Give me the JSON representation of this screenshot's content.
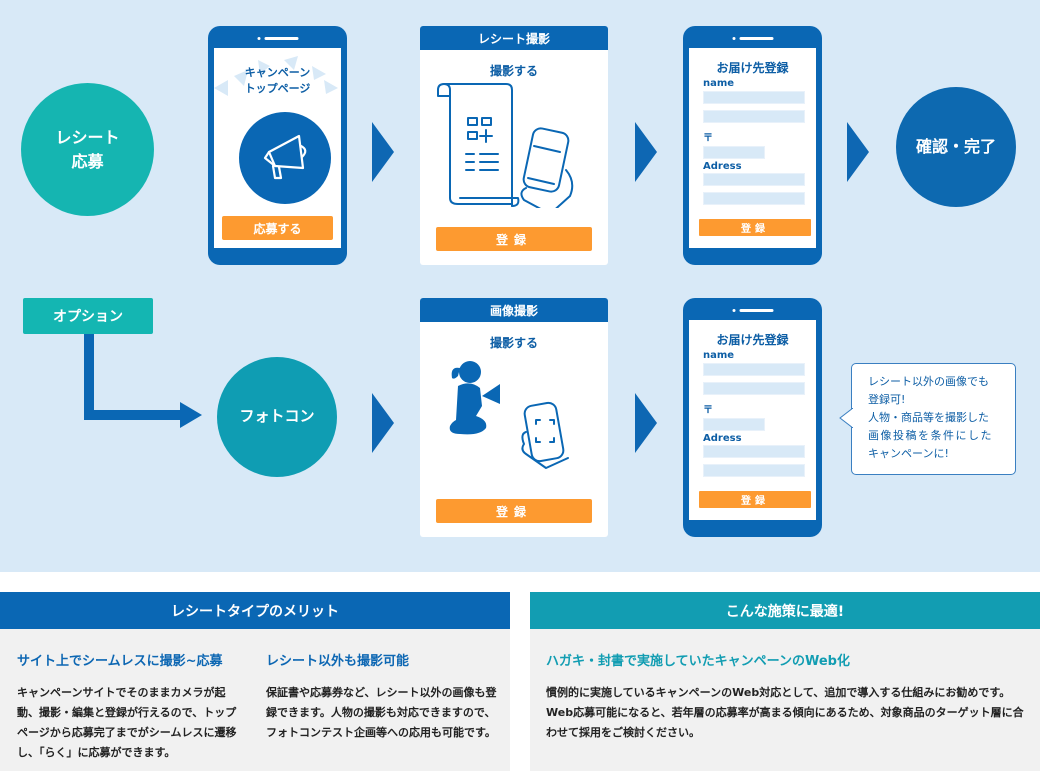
{
  "flow": {
    "row1": {
      "start_circle": "レシート\n応募",
      "campaign_phone": {
        "title_line1": "キャンペーン",
        "title_line2": "トップページ",
        "button": "応募する"
      },
      "receipt_card": {
        "header": "レシート撮影",
        "subtitle": "撮影する",
        "button": "登録"
      },
      "address_phone": {
        "title": "お届け先登録",
        "name_label": "name",
        "zip_label": "〒",
        "address_label": "Adress",
        "button": "登録"
      },
      "end_circle": "確認・完了"
    },
    "row2": {
      "option_label": "オプション",
      "photocon_circle": "フォトコン",
      "image_card": {
        "header": "画像撮影",
        "subtitle": "撮影する",
        "button": "登録"
      },
      "address_phone": {
        "title": "お届け先登録",
        "name_label": "name",
        "zip_label": "〒",
        "address_label": "Adress",
        "button": "登録"
      },
      "bubble_lines": [
        "レシート以外の画像でも",
        "登録可!",
        "人物・商品等を撮影した",
        "画像投稿を条件にした",
        "キャンペーンに!"
      ]
    }
  },
  "merits_panel": {
    "header": "レシートタイプのメリット",
    "columns": [
      {
        "title": "サイト上でシームレスに撮影~応募",
        "body": "キャンペーンサイトでそのままカメラが起動、撮影・編集と登録が行えるので、トップページから応募完了までがシームレスに遷移し、「らく」に応募ができます。"
      },
      {
        "title": "レシート以外も撮影可能",
        "body": "保証書や応募券など、レシート以外の画像も登録できます。人物の撮影も対応できますので、フォトコンテスト企画等への応用も可能です。"
      }
    ]
  },
  "bestfor_panel": {
    "header": "こんな施策に最適!",
    "title": "ハガキ・封書で実施していたキャンペーンのWeb化",
    "body_lines": [
      "慣例的に実施しているキャンペーンのWeb対応として、追加で導入する仕組みにお勧めです。",
      "Web応募可能になると、若年層の応募率が高まる傾向にあるため、対象商品のターゲット層に合わせて採用をご検討ください。"
    ]
  },
  "colors": {
    "background": "#d8e9f7",
    "primary_blue": "#0a67b4",
    "teal": "#15b5b1",
    "dark_teal": "#129db2",
    "orange": "#fd9a30"
  }
}
